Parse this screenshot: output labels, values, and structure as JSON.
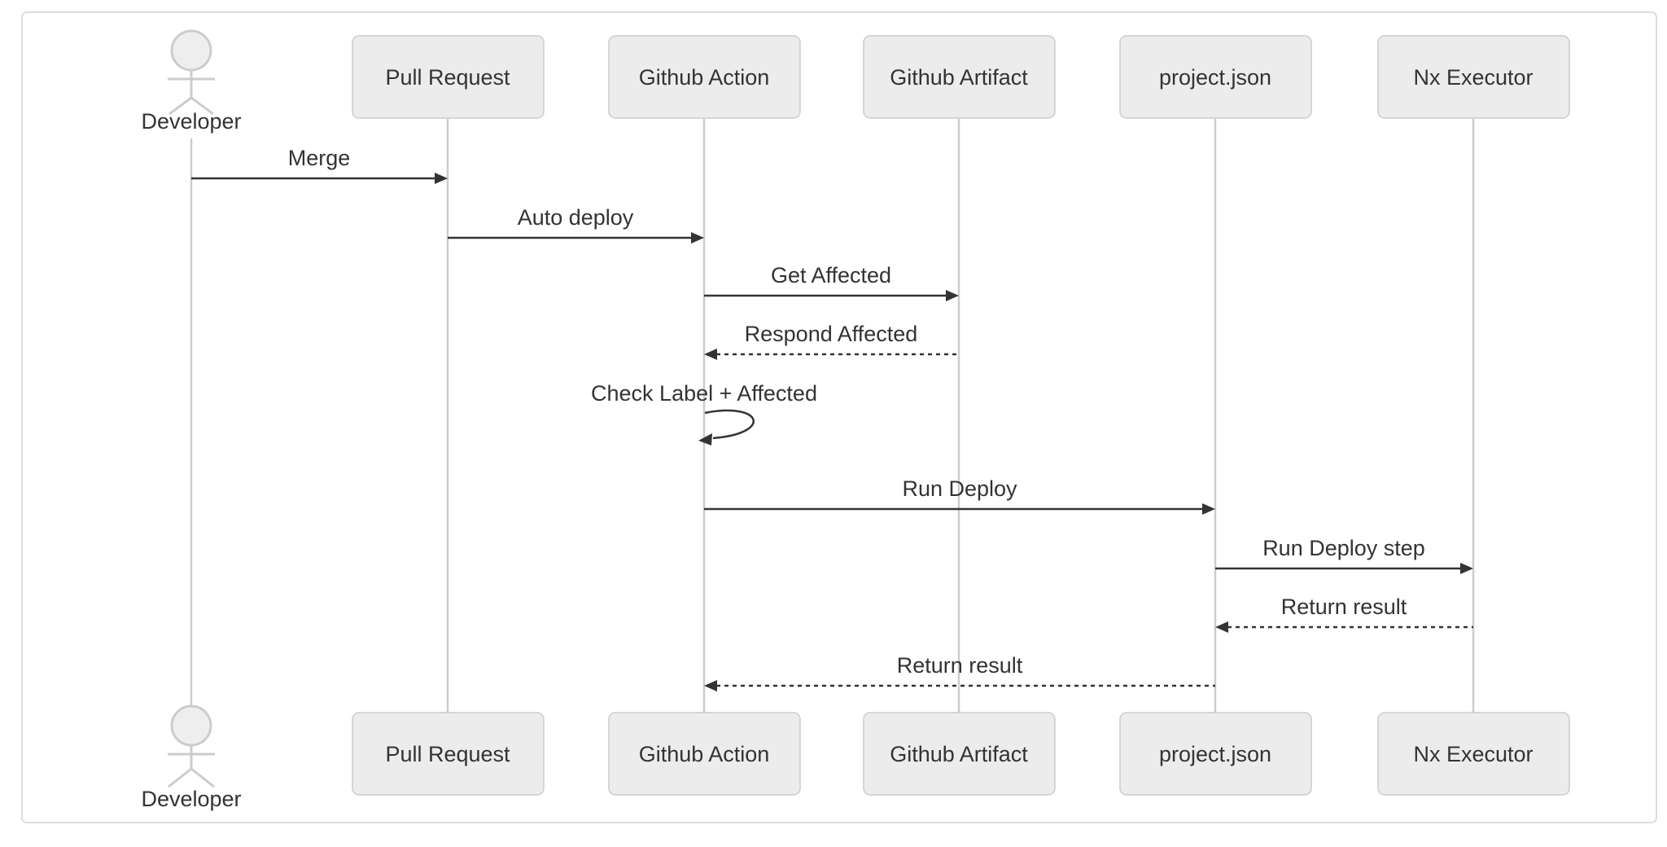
{
  "diagram": {
    "type": "sequence-diagram",
    "actors": [
      {
        "label": "Developer",
        "kind": "actor"
      },
      {
        "label": "Pull Request",
        "kind": "participant"
      },
      {
        "label": "Github Action",
        "kind": "participant"
      },
      {
        "label": "Github Artifact",
        "kind": "participant"
      },
      {
        "label": "project.json",
        "kind": "participant"
      },
      {
        "label": "Nx Executor",
        "kind": "participant"
      }
    ],
    "messages": [
      {
        "from": "Developer",
        "to": "Pull Request",
        "label": "Merge",
        "style": "solid"
      },
      {
        "from": "Pull Request",
        "to": "Github Action",
        "label": "Auto deploy",
        "style": "solid"
      },
      {
        "from": "Github Action",
        "to": "Github Artifact",
        "label": "Get Affected",
        "style": "solid"
      },
      {
        "from": "Github Artifact",
        "to": "Github Action",
        "label": "Respond Affected",
        "style": "dashed"
      },
      {
        "from": "Github Action",
        "to": "Github Action",
        "label": "Check Label + Affected",
        "style": "self"
      },
      {
        "from": "Github Action",
        "to": "project.json",
        "label": "Run Deploy",
        "style": "solid"
      },
      {
        "from": "project.json",
        "to": "Nx Executor",
        "label": "Run Deploy step",
        "style": "solid"
      },
      {
        "from": "Nx Executor",
        "to": "project.json",
        "label": "Return result",
        "style": "dashed"
      },
      {
        "from": "project.json",
        "to": "Github Action",
        "label": "Return result",
        "style": "dashed"
      }
    ],
    "colors": {
      "background": "#ffffff",
      "frame_border": "#dddddd",
      "participant_fill": "#ececec",
      "participant_border": "#cccccc",
      "lifeline": "#cccccc",
      "actor_stroke": "#cccccc",
      "actor_head_fill": "#eeeeee",
      "message_line": "#333333",
      "text": "#333333"
    }
  }
}
